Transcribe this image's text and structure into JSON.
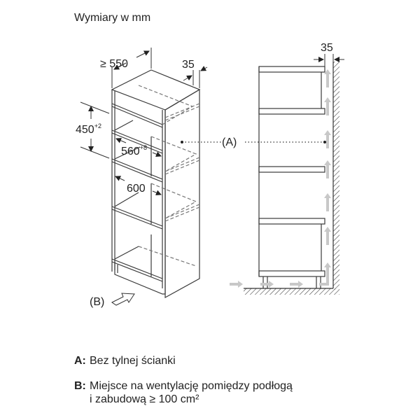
{
  "title": "Wymiary w mm",
  "left_view": {
    "dim_depth": "≥ 550",
    "dim_gap": "35",
    "dim_niche_height": "450",
    "dim_niche_height_tol": "+2",
    "dim_niche_width": "560",
    "dim_niche_width_tol": "+8",
    "dim_cabinet_width": "600",
    "label_b": "(B)"
  },
  "center_label": "(A)",
  "right_view": {
    "dim_gap": "35"
  },
  "legend": {
    "a_key": "A:",
    "a_text": "Bez tylnej ścianki",
    "b_key": "B:",
    "b_text_line1": "Miejsce na wentylację pomiędzy podłogą",
    "b_text_line2": "i zabudową ≥ 100 cm²"
  },
  "colors": {
    "line": "#3a3a3a",
    "airflow_arrow": "#c8c8c8",
    "text": "#222222"
  }
}
